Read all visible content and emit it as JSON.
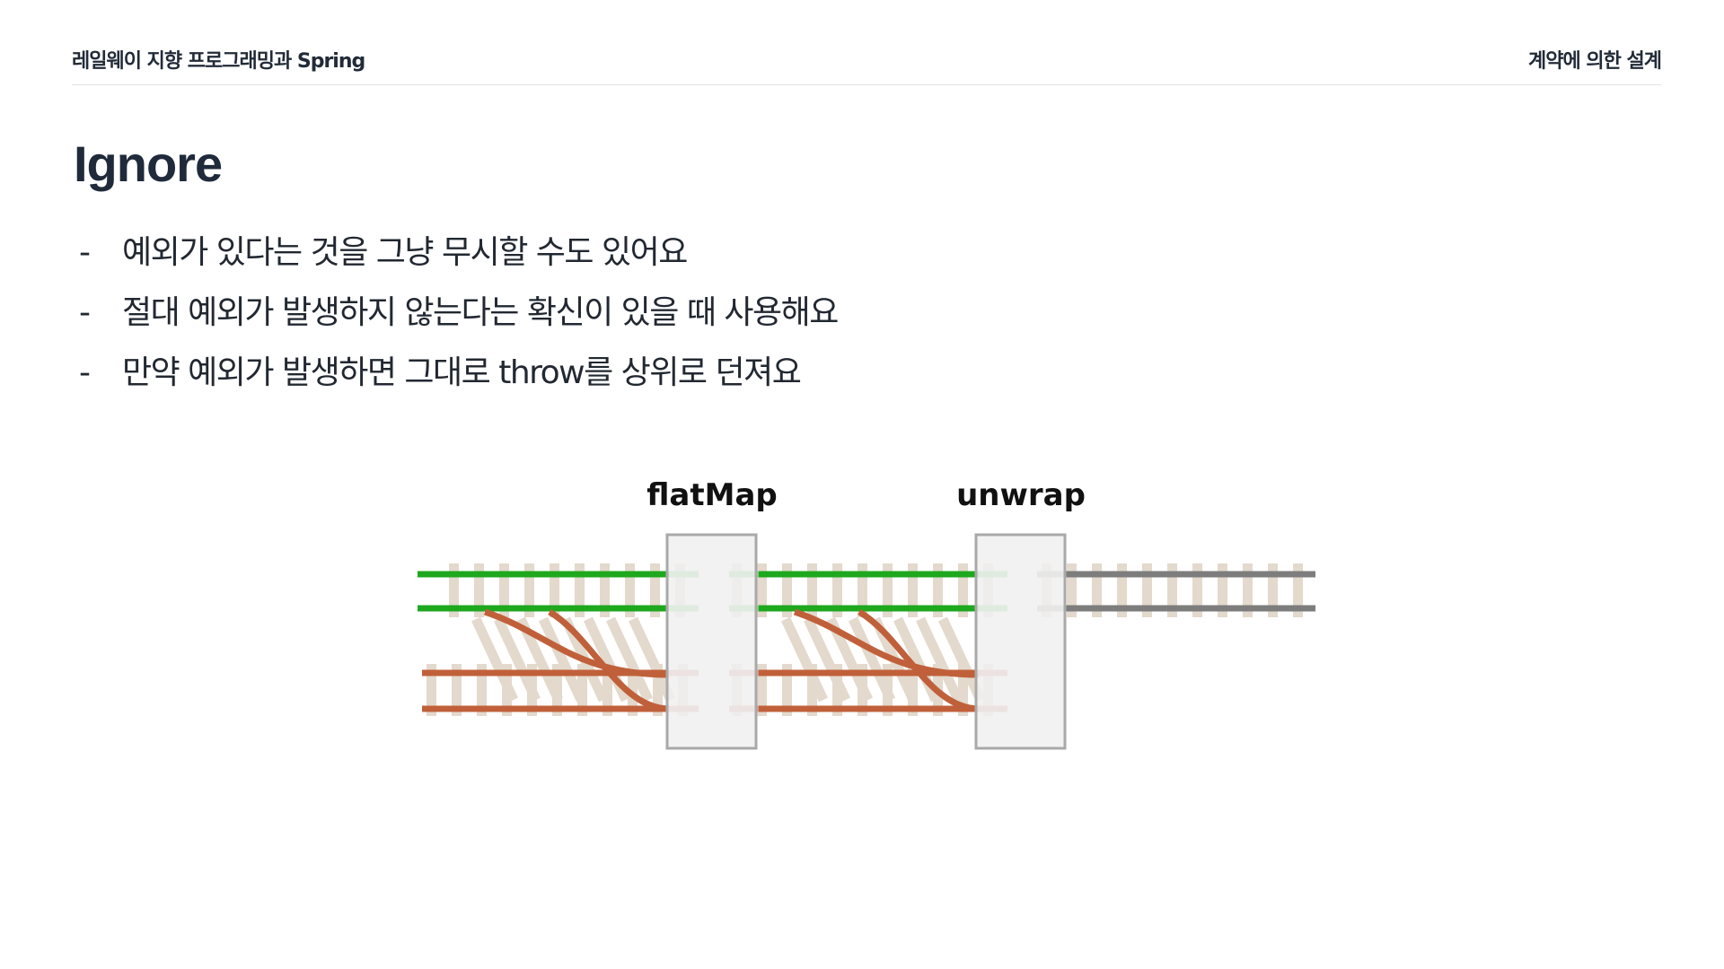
{
  "header": {
    "left": "레일웨이 지향 프로그래밍과 Spring",
    "right": "계약에 의한 설계"
  },
  "title": "Ignore",
  "bullets": [
    "예외가 있다는 것을 그냥 무시할 수도 있어요",
    "절대 예외가 발생하지 않는다는 확신이 있을 때 사용해요",
    "만약 예외가 발생하면 그대로 throw를 상위로 던져요"
  ],
  "diagram": {
    "labels": [
      "flatMap",
      "unwrap"
    ],
    "colors": {
      "success_track": "#1ea81e",
      "success_track_faded": "#7fcf7f",
      "failure_track": "#c0603a",
      "failure_track_faded": "#d8968a",
      "output_track": "#7d7d7d",
      "output_track_faded": "#b0b0b0",
      "sleeper": "#e3d9cc",
      "box_fill": "#f0f0f0",
      "box_stroke": "#a9a9a9"
    }
  }
}
